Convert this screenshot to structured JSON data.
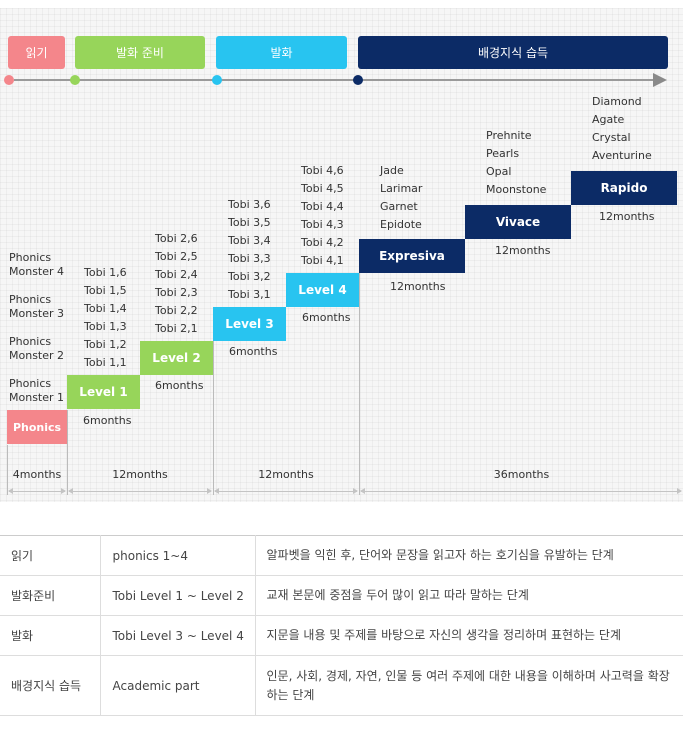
{
  "phases": [
    {
      "label": "읽기",
      "color": "#f4868b"
    },
    {
      "label": "발화 준비",
      "color": "#97d55a"
    },
    {
      "label": "발화",
      "color": "#28c4f0"
    },
    {
      "label": "배경지식 습득",
      "color": "#0c2b66"
    }
  ],
  "steps": {
    "phonics": {
      "label": "Phonics",
      "color": "#f4868b"
    },
    "level1": {
      "label": "Level 1",
      "duration": "6months"
    },
    "level2": {
      "label": "Level 2",
      "duration": "6months"
    },
    "level3": {
      "label": "Level 3",
      "duration": "6months"
    },
    "level4": {
      "label": "Level 4",
      "duration": "6months"
    },
    "expresiva": {
      "label": "Expresiva",
      "duration": "12months"
    },
    "vivace": {
      "label": "Vivace",
      "duration": "12months"
    },
    "rapido": {
      "label": "Rapido",
      "duration": "12months"
    }
  },
  "monsters": [
    "Phonics Monster 4",
    "Phonics Monster 3",
    "Phonics Monster 2",
    "Phonics Monster 1"
  ],
  "monsters_display": [
    [
      "Phonics",
      "Monster 4"
    ],
    [
      "Phonics",
      "Monster 3"
    ],
    [
      "Phonics",
      "Monster 2"
    ],
    [
      "Phonics",
      "Monster 1"
    ]
  ],
  "books": {
    "level1": [
      "Tobi 1,6",
      "Tobi 1,5",
      "Tobi 1,4",
      "Tobi 1,3",
      "Tobi 1,2",
      "Tobi 1,1"
    ],
    "level2": [
      "Tobi 2,6",
      "Tobi 2,5",
      "Tobi 2,4",
      "Tobi 2,3",
      "Tobi 2,2",
      "Tobi 2,1"
    ],
    "level3": [
      "Tobi 3,6",
      "Tobi 3,5",
      "Tobi 3,4",
      "Tobi 3,3",
      "Tobi 3,2",
      "Tobi 3,1"
    ],
    "level4": [
      "Tobi 4,6",
      "Tobi 4,5",
      "Tobi 4,4",
      "Tobi 4,3",
      "Tobi 4,2",
      "Tobi 4,1"
    ],
    "expresiva": [
      "Jade",
      "Larimar",
      "Garnet",
      "Epidote"
    ],
    "vivace": [
      "Prehnite",
      "Pearls",
      "Opal",
      "Moonstone"
    ],
    "rapido": [
      "Diamond",
      "Agate",
      "Crystal",
      "Aventurine"
    ]
  },
  "spans": [
    "4months",
    "12months",
    "12months",
    "36months"
  ],
  "table": [
    {
      "stage": "읽기",
      "course": "phonics 1~4",
      "description": "알파벳을 익힌 후, 단어와 문장을 읽고자 하는 호기심을 유발하는 단계"
    },
    {
      "stage": "발화준비",
      "course": "Tobi Level 1 ~ Level 2",
      "description": "교재 본문에 중점을 두어 많이 읽고 따라 말하는 단계"
    },
    {
      "stage": "발화",
      "course": "Tobi Level 3 ~ Level 4",
      "description": "지문을 내용 및 주제를 바탕으로 자신의 생각을 정리하며 표현하는 단계"
    },
    {
      "stage": "배경지식 습득",
      "course": "Academic part",
      "description": "인문, 사회, 경제, 자연, 인물 등 여러 주제에 대한 내용을 이해하며 사고력을 확장하는 단계"
    }
  ]
}
